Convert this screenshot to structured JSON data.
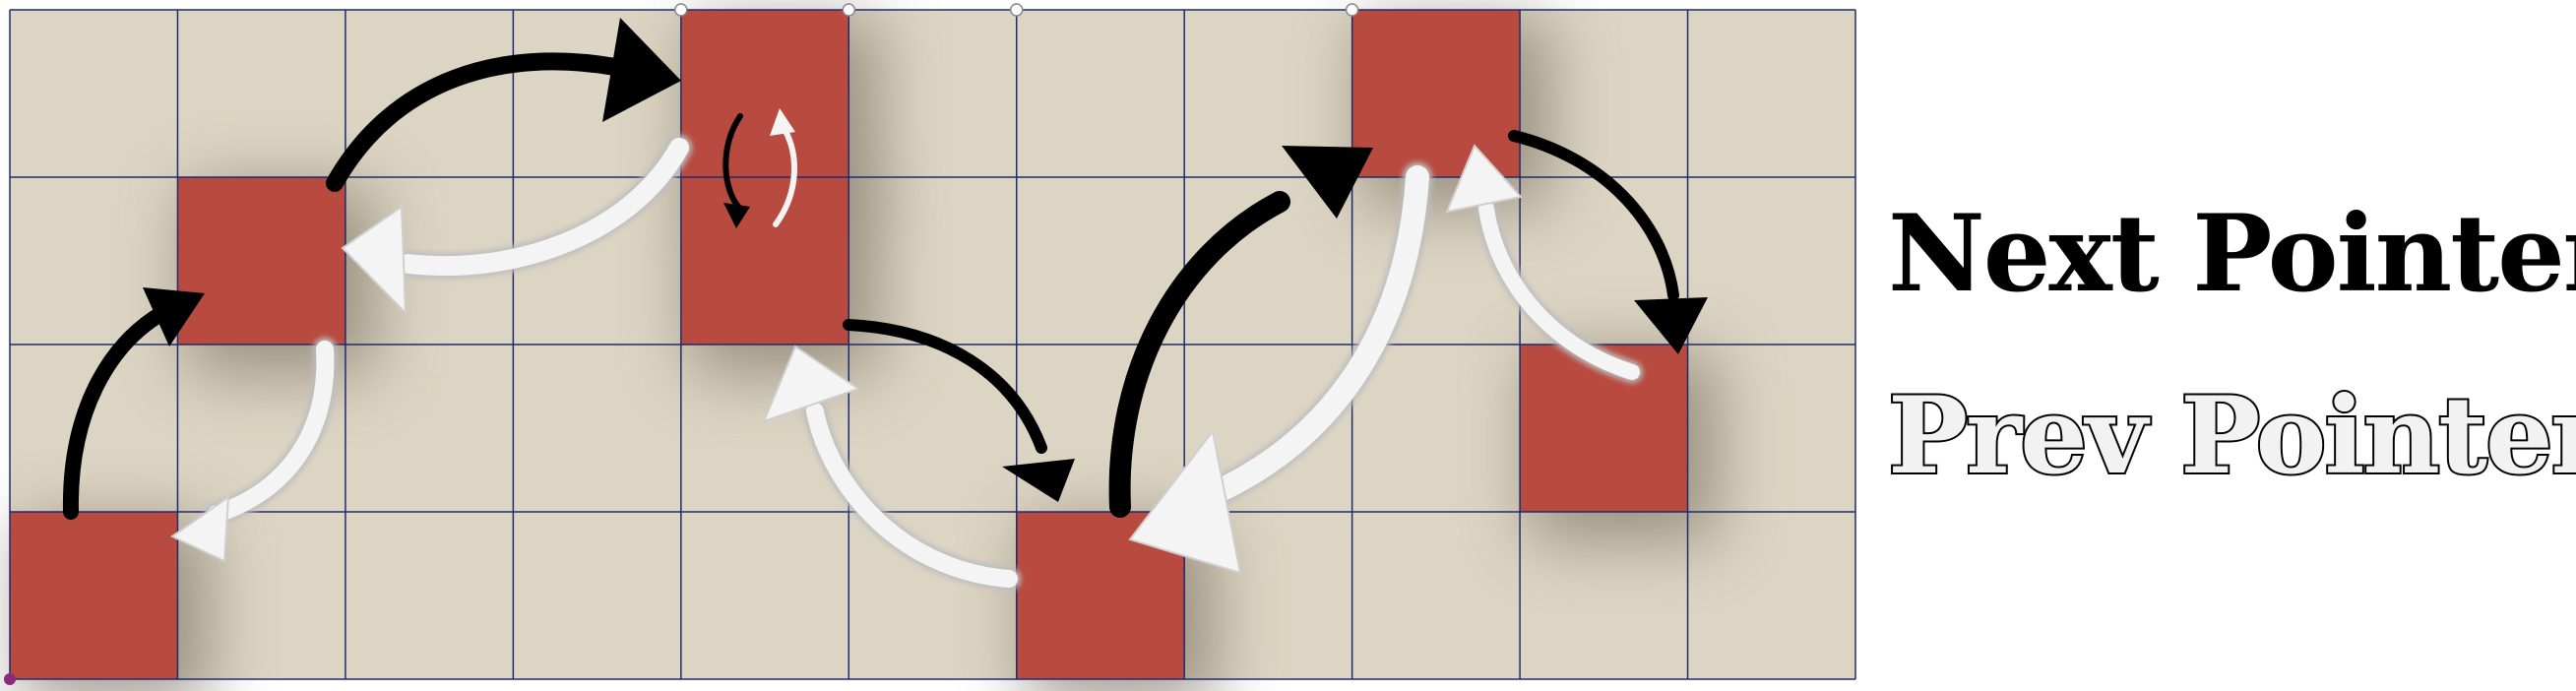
{
  "grid": {
    "cols": 11,
    "rows": 4,
    "cell_color": "#ddd5c3",
    "line_color": "#1f2a6e",
    "filled_color": "#b84a3f",
    "filled_cells": [
      {
        "col": 0,
        "row": 3
      },
      {
        "col": 1,
        "row": 1
      },
      {
        "col": 4,
        "row": 0
      },
      {
        "col": 4,
        "row": 1
      },
      {
        "col": 6,
        "row": 3
      },
      {
        "col": 8,
        "row": 0
      },
      {
        "col": 9,
        "row": 2
      }
    ],
    "top_handles": [
      4,
      5,
      6,
      8
    ]
  },
  "arrows": {
    "next_color": "#000000",
    "prev_color": "#f4f4f4"
  },
  "legend": {
    "next_label": "Next Pointer",
    "prev_label": "Prev Pointer"
  },
  "icons": {
    "next_arrow": "black-curved-arrow-icon",
    "prev_arrow": "white-curved-arrow-icon",
    "self_loop": "self-loop-icon"
  }
}
